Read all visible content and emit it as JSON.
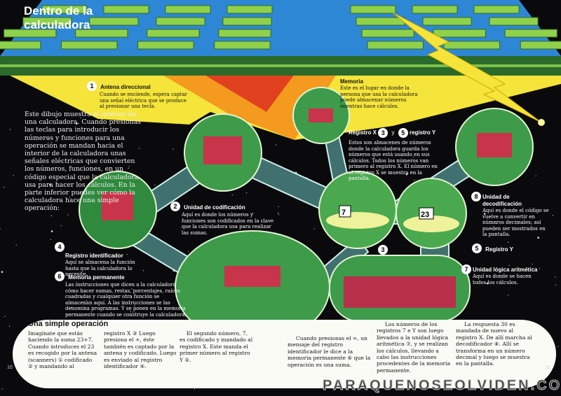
{
  "title": "Dentro de la calculadora",
  "intro": "Este dibujo muestra el interior de una calculadora. Cuando presionas las teclas para introducir los números y funciones para una operación se mandan hacia el interior de la calculadora unas señales eléctricas que convierten los números, funciones, en un código especial que la calculadora usa para hacer los cálculos. En la parte inferior puedes ver cómo la calculadora hace una simple operación:",
  "labels": {
    "antena": {
      "num": "1",
      "title": "Antena direccional",
      "text": "Cuando se enciende, espera captar una señal eléctrica que se produce al presionar una tecla."
    },
    "codificacion": {
      "num": "2",
      "title": "Unidad de codificación",
      "text": "Aquí es donde los números y funciones son codificados en la clave que la calculadora usa para realizar las sumas."
    },
    "identificador": {
      "num": "4",
      "title": "Registro identificador",
      "text": "Aquí se almacena la función hasta que la calculadora lo necesite."
    },
    "permanente": {
      "num": "6",
      "title": "Memoria permanente",
      "text": "Las instrucciones que dicen a la calculadora cómo hacer sumas, restas, porcentajes, raíces cuadradas y cualquier otra función se almacenan aquí. A las instrucciones se las denomina programas. Y se ponen en la memoria permanente cuando se construye la calculadora."
    },
    "memoria": {
      "title": "Memoria",
      "text": "Este es el lugar en donde la persona que usa la calculadora puede almacenar números mientras hace cálculos."
    },
    "registros": {
      "x_label": "Registro X",
      "x_num": "3",
      "y_word": "y",
      "y_num": "5",
      "y_label": "registro Y",
      "text": "Estos son almacenes de números donde la calculadora guarda los números que está usando en sus cálculos. Todos los números van primero al registro X. El número en el registro X se muestra en la pantalla."
    },
    "decodificacion": {
      "num": "8",
      "title": "Unidad de decodificación",
      "text": "Aquí es donde el código se vuelve a convertir en números decimales; así pueden ser mostrados en la pantalla."
    },
    "registro_y": {
      "num": "5",
      "title": "Registro Y"
    },
    "registro_x_marker": {
      "num": "3"
    },
    "alu": {
      "num": "7",
      "title": "Unidad lógica aritmética",
      "text": "Aquí es donde se hacen todos los cálculos."
    }
  },
  "operation": {
    "title": "Una simple operación",
    "columns": [
      "Imagínate que estás haciendo la suma 23+7. Cuando introduces el 23 es recogido por la antena (scanners) ① codificado ② y mandando al",
      "registro X ③ Luego presiona el +, éste también es captado por la antena y codificado. Luego es enviado al registro identificador ④.",
      "El segundo número, 7, es codificado y mandado al registro X. Este manda el primer número al registro Y ⑤.",
      "Cuando presionas el =, un mensaje del registro identificador le dice a la memoria permanente ⑥ que la operación es una suma.",
      "Los números de los registros 7 e Y son luego llevados a la unidad lógica aritmética ⑦, y se realizan los cálculos, llevando a cabo las instrucciones procedentes de la memoria permanente.",
      "La respuesta 30 es mandada de nuevo al registro X. De allí marcha al decodificador ⑧. Allí se transforma en un número decimal y luego se muestra en la pantalla."
    ]
  },
  "page_left": "10",
  "page_right": "11",
  "watermark": "PARAQUENOSEOLVIDEN.COM",
  "display_numbers": {
    "reg_x": "7",
    "reg_y": "23"
  }
}
